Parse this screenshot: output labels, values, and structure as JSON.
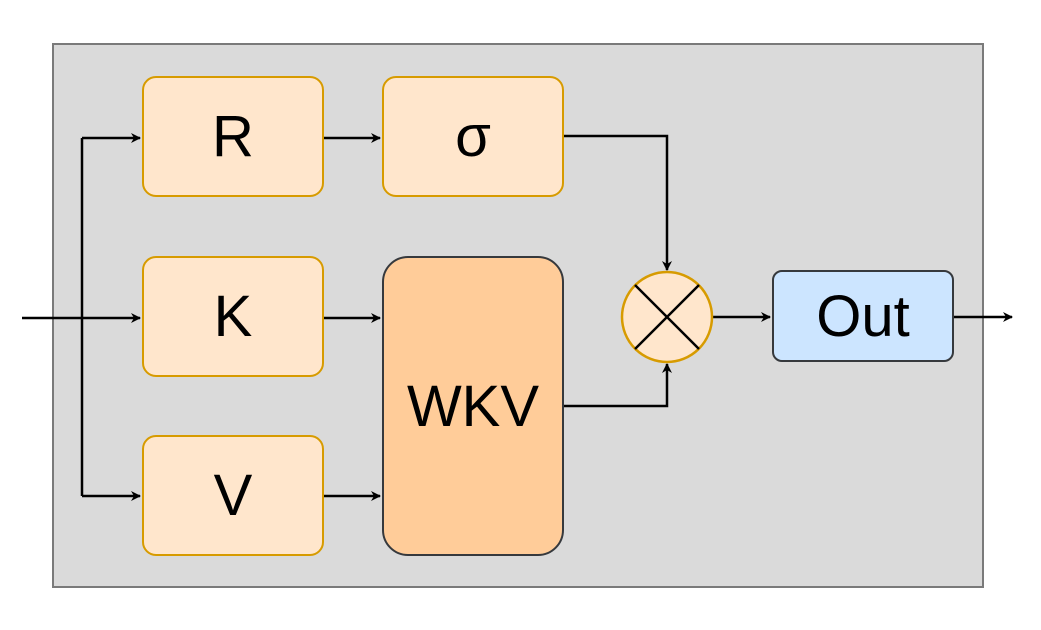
{
  "diagram": {
    "nodes": {
      "r": "R",
      "sigma": "σ",
      "k": "K",
      "v": "V",
      "wkv": "WKV",
      "out": "Out",
      "multiply": "⊗"
    },
    "colors": {
      "panel": "#dadada",
      "light_fill": "#ffe6cc",
      "light_stroke": "#d79b00",
      "wkv_fill": "#ffcc99",
      "out_fill": "#cce5ff",
      "dark_stroke": "#36393d"
    }
  }
}
